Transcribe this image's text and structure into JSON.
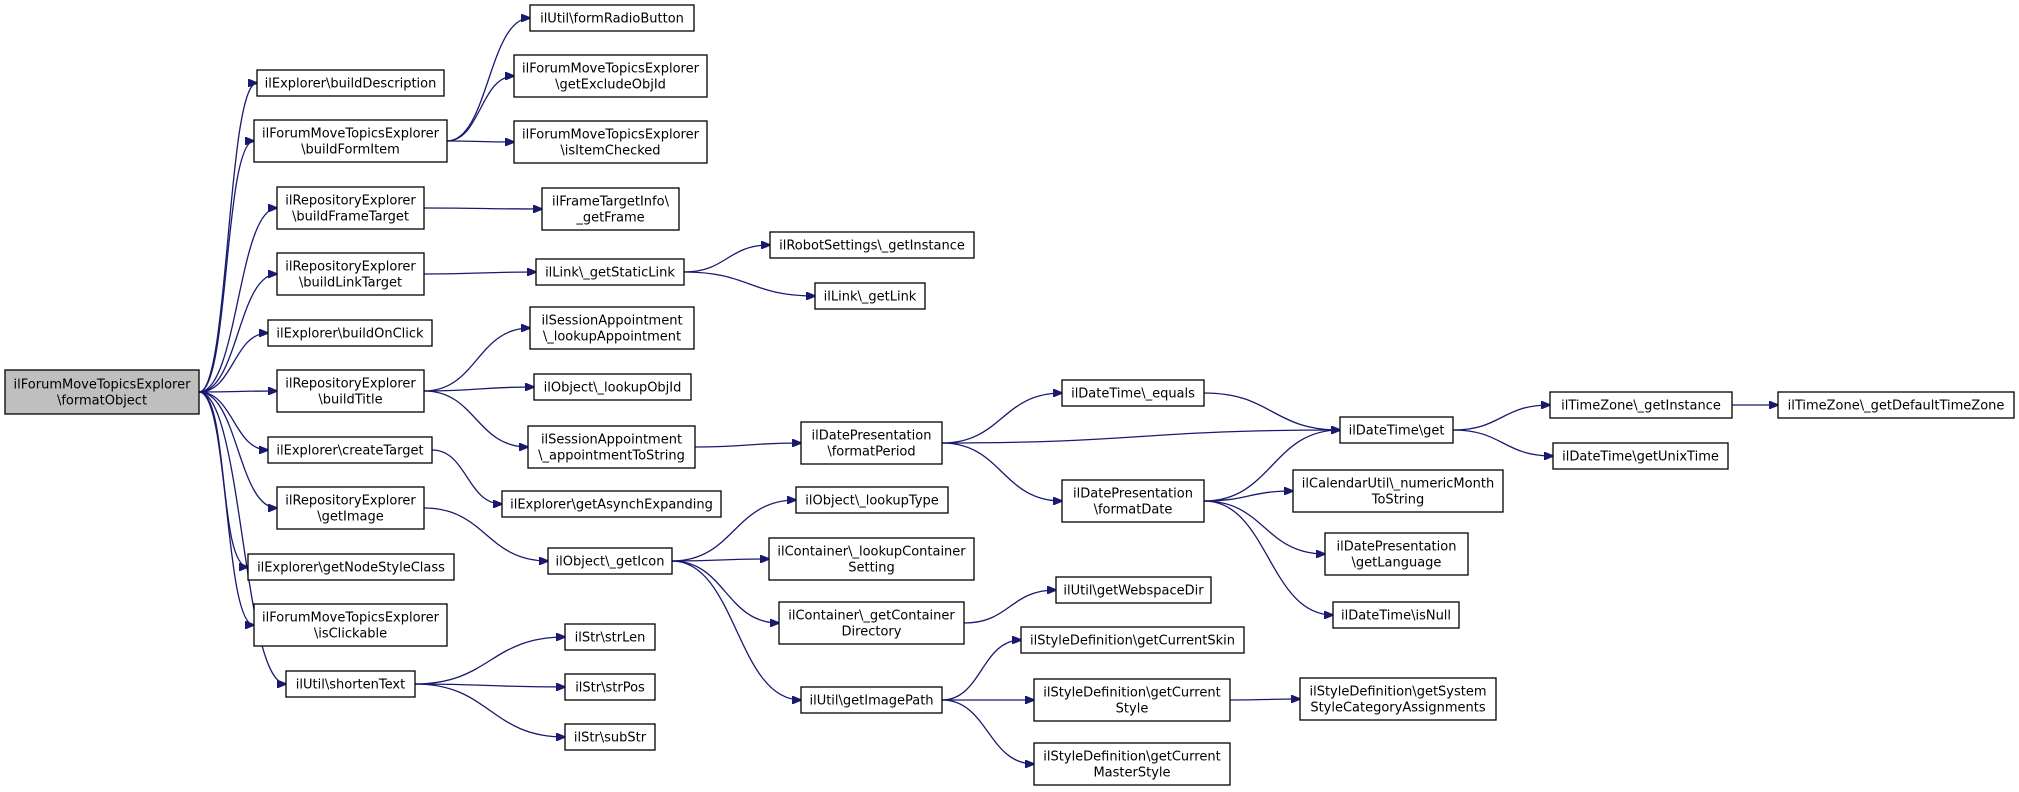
{
  "graph": {
    "nodes": [
      {
        "id": "root",
        "lines": [
          "ilForumMoveTopicsExplorer",
          "\\formatObject"
        ]
      },
      {
        "id": "buildDescription",
        "lines": [
          "ilExplorer\\buildDescription"
        ]
      },
      {
        "id": "buildFormItem",
        "lines": [
          "ilForumMoveTopicsExplorer",
          "\\buildFormItem"
        ]
      },
      {
        "id": "buildFrameTarget",
        "lines": [
          "ilRepositoryExplorer",
          "\\buildFrameTarget"
        ]
      },
      {
        "id": "buildLinkTarget",
        "lines": [
          "ilRepositoryExplorer",
          "\\buildLinkTarget"
        ]
      },
      {
        "id": "buildOnClick",
        "lines": [
          "ilExplorer\\buildOnClick"
        ]
      },
      {
        "id": "buildTitle",
        "lines": [
          "ilRepositoryExplorer",
          "\\buildTitle"
        ]
      },
      {
        "id": "createTarget",
        "lines": [
          "ilExplorer\\createTarget"
        ]
      },
      {
        "id": "getImage",
        "lines": [
          "ilRepositoryExplorer",
          "\\getImage"
        ]
      },
      {
        "id": "getNodeStyleClass",
        "lines": [
          "ilExplorer\\getNodeStyleClass"
        ]
      },
      {
        "id": "isClickable",
        "lines": [
          "ilForumMoveTopicsExplorer",
          "\\isClickable"
        ]
      },
      {
        "id": "shortenText",
        "lines": [
          "ilUtil\\shortenText"
        ]
      },
      {
        "id": "formRadioButton",
        "lines": [
          "ilUtil\\formRadioButton"
        ]
      },
      {
        "id": "getExcludeObjId",
        "lines": [
          "ilForumMoveTopicsExplorer",
          "\\getExcludeObjId"
        ]
      },
      {
        "id": "isItemChecked",
        "lines": [
          "ilForumMoveTopicsExplorer",
          "\\isItemChecked"
        ]
      },
      {
        "id": "getFrame",
        "lines": [
          "ilFrameTargetInfo\\",
          "_getFrame"
        ]
      },
      {
        "id": "getStaticLink",
        "lines": [
          "ilLink\\_getStaticLink"
        ]
      },
      {
        "id": "robotGetInstance",
        "lines": [
          "ilRobotSettings\\_getInstance"
        ]
      },
      {
        "id": "getLink",
        "lines": [
          "ilLink\\_getLink"
        ]
      },
      {
        "id": "lookupAppointment",
        "lines": [
          "ilSessionAppointment",
          "\\_lookupAppointment"
        ]
      },
      {
        "id": "lookupObjId",
        "lines": [
          "ilObject\\_lookupObjId"
        ]
      },
      {
        "id": "appointmentToString",
        "lines": [
          "ilSessionAppointment",
          "\\_appointmentToString"
        ]
      },
      {
        "id": "getAsynchExpanding",
        "lines": [
          "ilExplorer\\getAsynchExpanding"
        ]
      },
      {
        "id": "getIcon",
        "lines": [
          "ilObject\\_getIcon"
        ]
      },
      {
        "id": "strLen",
        "lines": [
          "ilStr\\strLen"
        ]
      },
      {
        "id": "strPos",
        "lines": [
          "ilStr\\strPos"
        ]
      },
      {
        "id": "subStr",
        "lines": [
          "ilStr\\subStr"
        ]
      },
      {
        "id": "formatPeriod",
        "lines": [
          "ilDatePresentation",
          "\\formatPeriod"
        ]
      },
      {
        "id": "lookupType",
        "lines": [
          "ilObject\\_lookupType"
        ]
      },
      {
        "id": "lookupContainerSetting",
        "lines": [
          "ilContainer\\_lookupContainer",
          "Setting"
        ]
      },
      {
        "id": "getContainerDirectory",
        "lines": [
          "ilContainer\\_getContainer",
          "Directory"
        ]
      },
      {
        "id": "getImagePath",
        "lines": [
          "ilUtil\\getImagePath"
        ]
      },
      {
        "id": "dtEquals",
        "lines": [
          "ilDateTime\\_equals"
        ]
      },
      {
        "id": "formatDate",
        "lines": [
          "ilDatePresentation",
          "\\formatDate"
        ]
      },
      {
        "id": "getWebspaceDir",
        "lines": [
          "ilUtil\\getWebspaceDir"
        ]
      },
      {
        "id": "getCurrentSkin",
        "lines": [
          "ilStyleDefinition\\getCurrentSkin"
        ]
      },
      {
        "id": "getCurrentStyle",
        "lines": [
          "ilStyleDefinition\\getCurrent",
          "Style"
        ]
      },
      {
        "id": "getCurrentMasterStyle",
        "lines": [
          "ilStyleDefinition\\getCurrent",
          "MasterStyle"
        ]
      },
      {
        "id": "dtGet",
        "lines": [
          "ilDateTime\\get"
        ]
      },
      {
        "id": "numericMonthToString",
        "lines": [
          "ilCalendarUtil\\_numericMonth",
          "ToString"
        ]
      },
      {
        "id": "getLanguage",
        "lines": [
          "ilDatePresentation",
          "\\getLanguage"
        ]
      },
      {
        "id": "isNull",
        "lines": [
          "ilDateTime\\isNull"
        ]
      },
      {
        "id": "getSystemStyleCategoryAssignments",
        "lines": [
          "ilStyleDefinition\\getSystem",
          "StyleCategoryAssignments"
        ]
      },
      {
        "id": "tzGetInstance",
        "lines": [
          "ilTimeZone\\_getInstance"
        ]
      },
      {
        "id": "getUnixTime",
        "lines": [
          "ilDateTime\\getUnixTime"
        ]
      },
      {
        "id": "getDefaultTimeZone",
        "lines": [
          "ilTimeZone\\_getDefaultTimeZone"
        ]
      }
    ],
    "edges": [
      [
        "root",
        "buildDescription"
      ],
      [
        "root",
        "buildFormItem"
      ],
      [
        "root",
        "buildFrameTarget"
      ],
      [
        "root",
        "buildLinkTarget"
      ],
      [
        "root",
        "buildOnClick"
      ],
      [
        "root",
        "buildTitle"
      ],
      [
        "root",
        "createTarget"
      ],
      [
        "root",
        "getImage"
      ],
      [
        "root",
        "getNodeStyleClass"
      ],
      [
        "root",
        "isClickable"
      ],
      [
        "root",
        "shortenText"
      ],
      [
        "buildFormItem",
        "formRadioButton"
      ],
      [
        "buildFormItem",
        "getExcludeObjId"
      ],
      [
        "buildFormItem",
        "isItemChecked"
      ],
      [
        "buildFrameTarget",
        "getFrame"
      ],
      [
        "buildLinkTarget",
        "getStaticLink"
      ],
      [
        "getStaticLink",
        "robotGetInstance"
      ],
      [
        "getStaticLink",
        "getLink"
      ],
      [
        "buildTitle",
        "lookupAppointment"
      ],
      [
        "buildTitle",
        "lookupObjId"
      ],
      [
        "buildTitle",
        "appointmentToString"
      ],
      [
        "createTarget",
        "getAsynchExpanding"
      ],
      [
        "getImage",
        "getIcon"
      ],
      [
        "shortenText",
        "strLen"
      ],
      [
        "shortenText",
        "strPos"
      ],
      [
        "shortenText",
        "subStr"
      ],
      [
        "appointmentToString",
        "formatPeriod"
      ],
      [
        "getIcon",
        "lookupType"
      ],
      [
        "getIcon",
        "lookupContainerSetting"
      ],
      [
        "getIcon",
        "getContainerDirectory"
      ],
      [
        "getIcon",
        "getImagePath"
      ],
      [
        "formatPeriod",
        "dtEquals"
      ],
      [
        "formatPeriod",
        "dtGet"
      ],
      [
        "formatPeriod",
        "formatDate"
      ],
      [
        "dtEquals",
        "dtGet"
      ],
      [
        "formatDate",
        "dtGet"
      ],
      [
        "formatDate",
        "numericMonthToString"
      ],
      [
        "formatDate",
        "getLanguage"
      ],
      [
        "formatDate",
        "isNull"
      ],
      [
        "getContainerDirectory",
        "getWebspaceDir"
      ],
      [
        "getImagePath",
        "getCurrentSkin"
      ],
      [
        "getImagePath",
        "getCurrentStyle"
      ],
      [
        "getImagePath",
        "getCurrentMasterStyle"
      ],
      [
        "getCurrentStyle",
        "getSystemStyleCategoryAssignments"
      ],
      [
        "dtGet",
        "tzGetInstance"
      ],
      [
        "dtGet",
        "getUnixTime"
      ],
      [
        "tzGetInstance",
        "getDefaultTimeZone"
      ]
    ]
  }
}
